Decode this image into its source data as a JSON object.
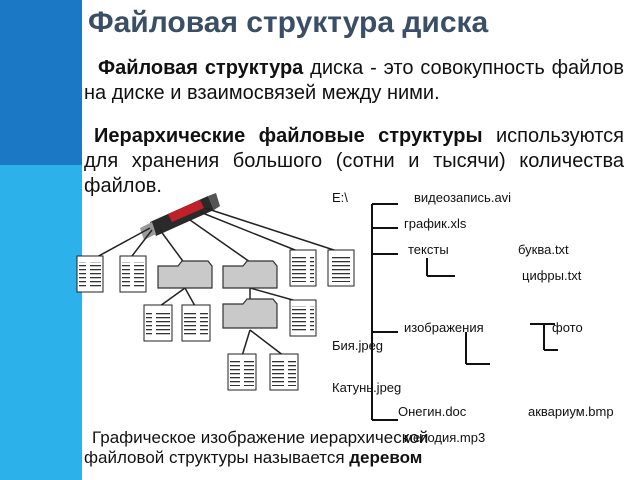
{
  "title": "Файловая структура диска",
  "para1": {
    "bold": "Файловая структура",
    "rest": " диска - это совокупность файлов на диске и взаимосвязей между ними."
  },
  "para2": {
    "bold": "Иерархические файловые структуры",
    "rest": " используются для хранения большого (сотни и тысячи) количества файлов."
  },
  "caption": {
    "text": "Графическое изображение иерархической файловой структуры называется ",
    "bold": "деревом"
  },
  "tree_labels": {
    "drive": "E:\\",
    "f1": "видеозапись.avi",
    "f2": "график.xls",
    "folder_texts": "тексты",
    "f3": "буква.txt",
    "f4": "цифры.txt",
    "folder_images": "изображения",
    "folder_photo": "фото",
    "f5": "Бия.jpeg",
    "f6": "Катунь.jpeg",
    "f7": "Онегин.doc",
    "f8": "аквариум.bmp",
    "f9": "мелодия.mp3"
  },
  "colors": {
    "sidebar_top": "#1b78c4",
    "sidebar_bottom": "#2cb1ea",
    "title": "#3a4f66",
    "folder_fill": "#c9c9c9",
    "usb_red": "#c0202a"
  }
}
